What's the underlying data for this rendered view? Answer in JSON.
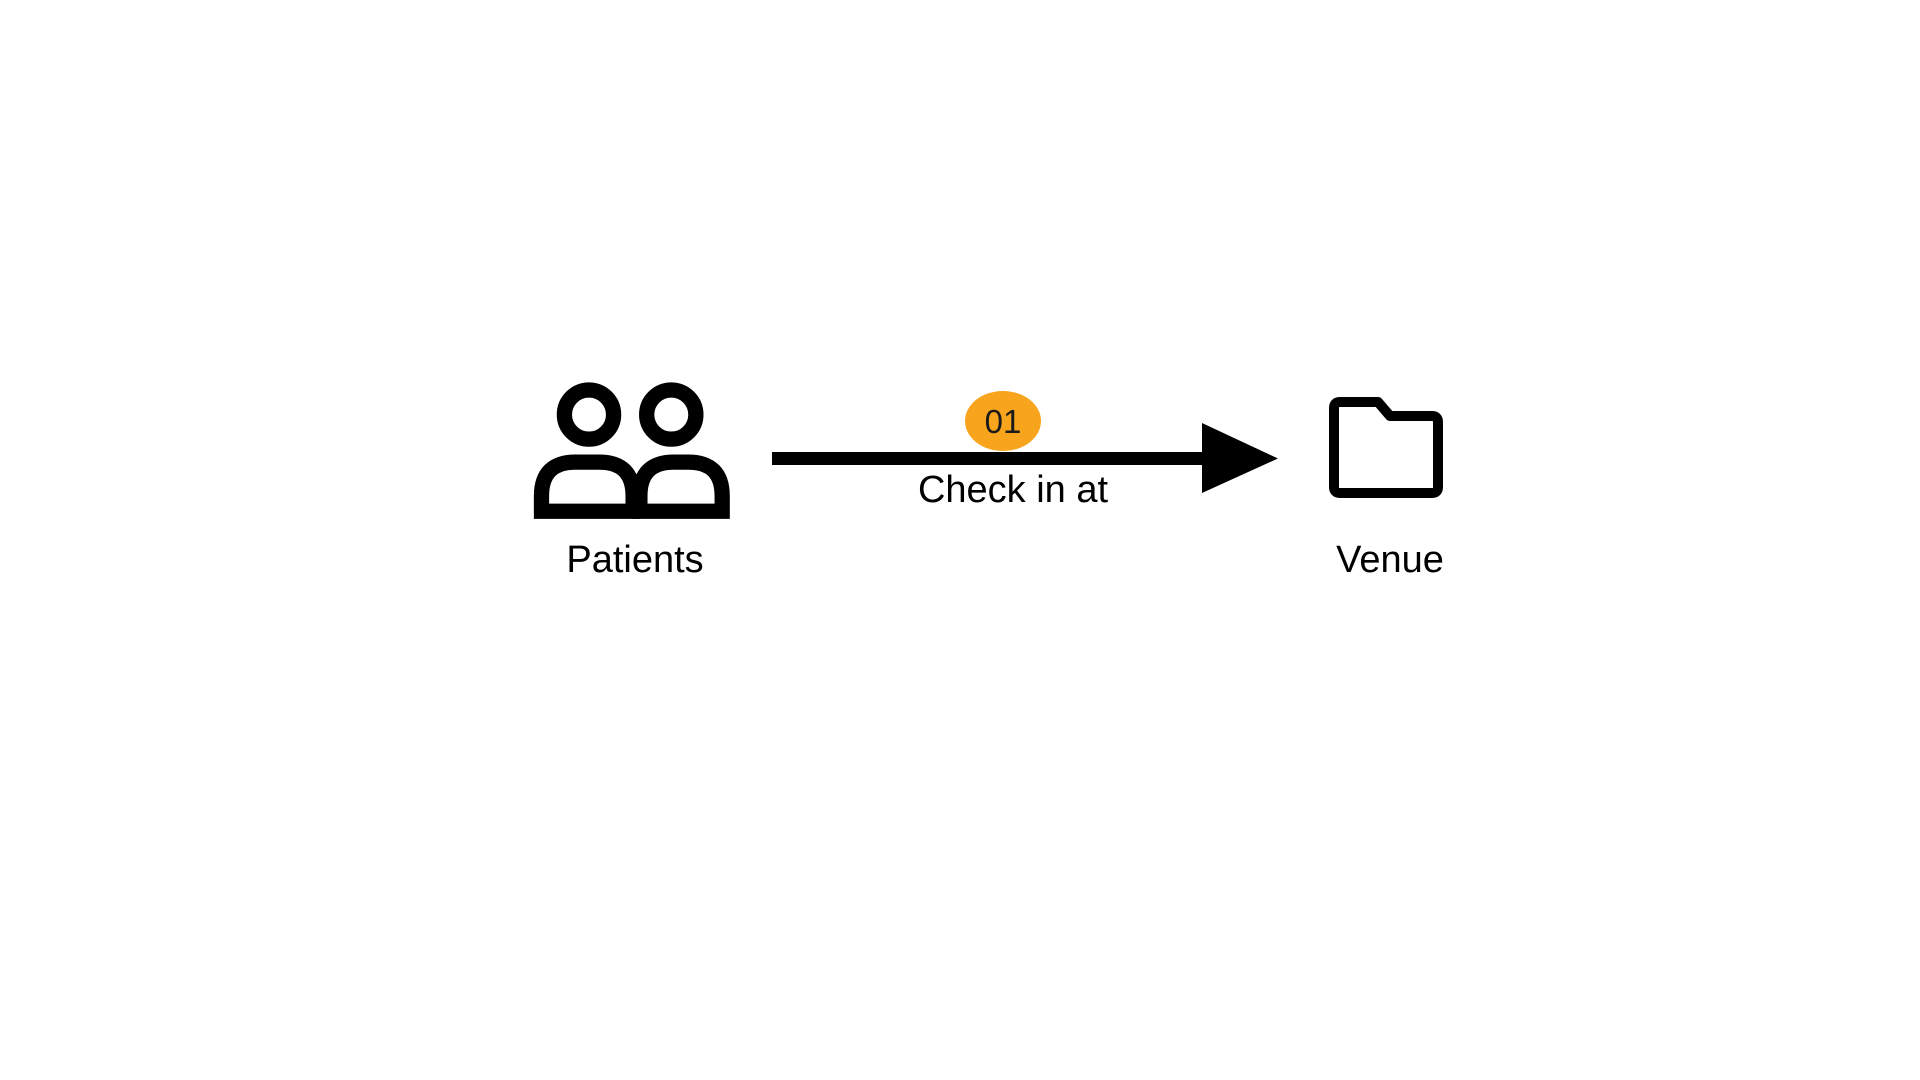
{
  "diagram": {
    "title": "",
    "nodes": {
      "source": {
        "label": "Patients",
        "icon": "people-icon"
      },
      "target": {
        "label": "Venue",
        "icon": "folder-icon"
      }
    },
    "edge": {
      "label": "Check in at",
      "badge": "01",
      "badge_color": "#F8A41C",
      "line_color": "#000000",
      "direction": "left-to-right"
    },
    "colors": {
      "background": "#FFFFFF",
      "icon_stroke": "#000000",
      "text": "#000000",
      "accent": "#F8A41C"
    }
  }
}
